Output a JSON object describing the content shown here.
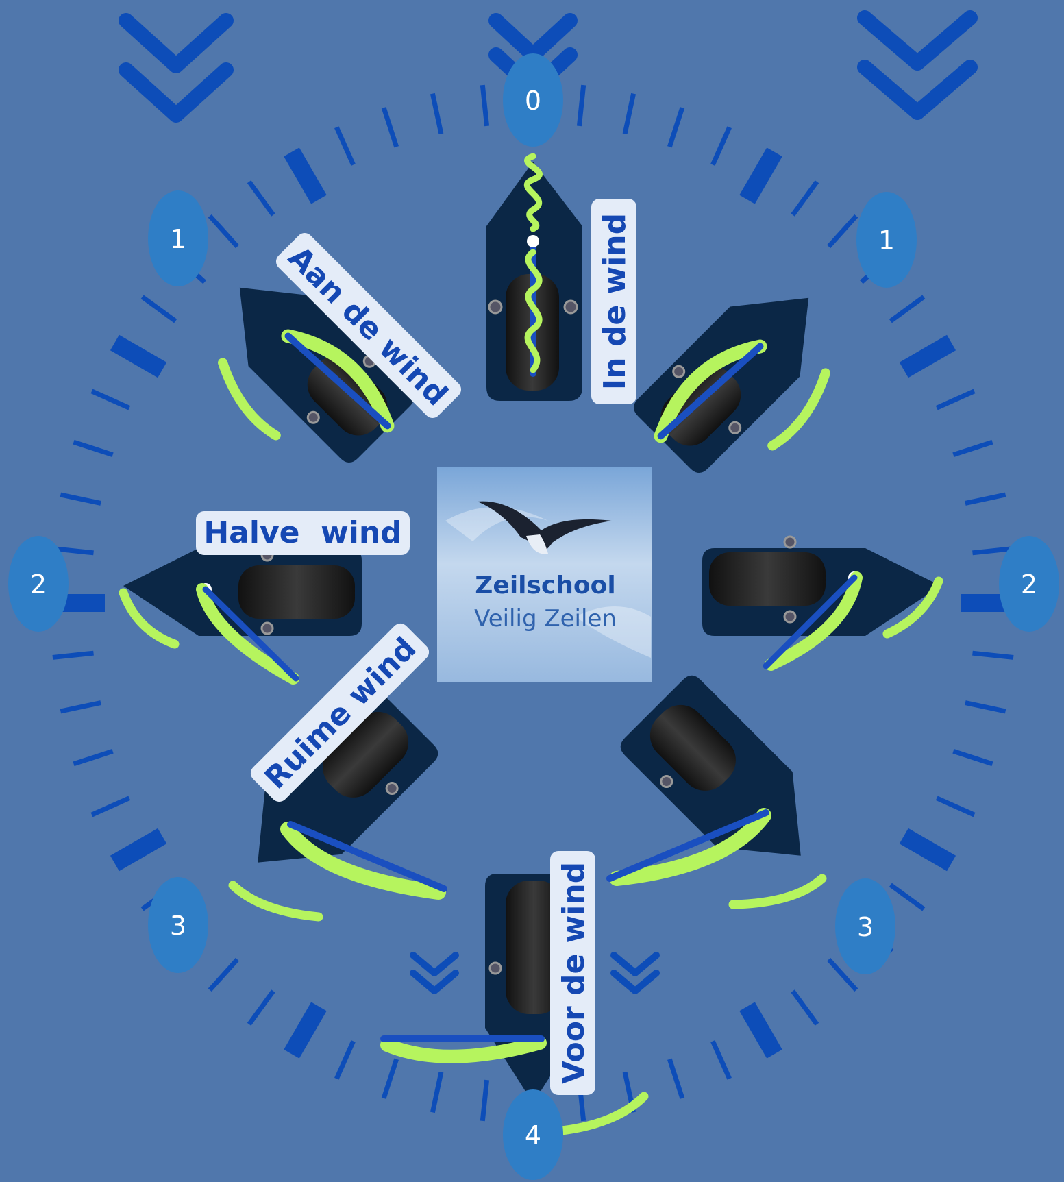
{
  "course_labels": {
    "in_de_wind": "In de wind",
    "aan_de_wind": "Aan de wind",
    "halve_wind": "Halve  wind",
    "ruime_wind": "Ruime wind",
    "voor_de_wind": "Voor de wind"
  },
  "sector_numbers": {
    "top": "0",
    "upper_left": "1",
    "upper_right": "1",
    "middle_left": "2",
    "middle_right": "2",
    "lower_left": "3",
    "lower_right": "3",
    "bottom": "4"
  },
  "logo": {
    "title": "Zeilschool",
    "subtitle": "Veilig Zeilen",
    "icon": "seagull-icon"
  },
  "wind_indicator_icon": "double-chevron-down-icon",
  "colors": {
    "background": "#5077ac",
    "tick_marks": "#0d4db8",
    "number_badge": "#2f7ec6",
    "hull": "#0b2746",
    "sail_green": "#b6f45e",
    "boom_blue": "#1a4fc0",
    "label_box": "#e4ecf8",
    "label_text": "#1548b3"
  }
}
